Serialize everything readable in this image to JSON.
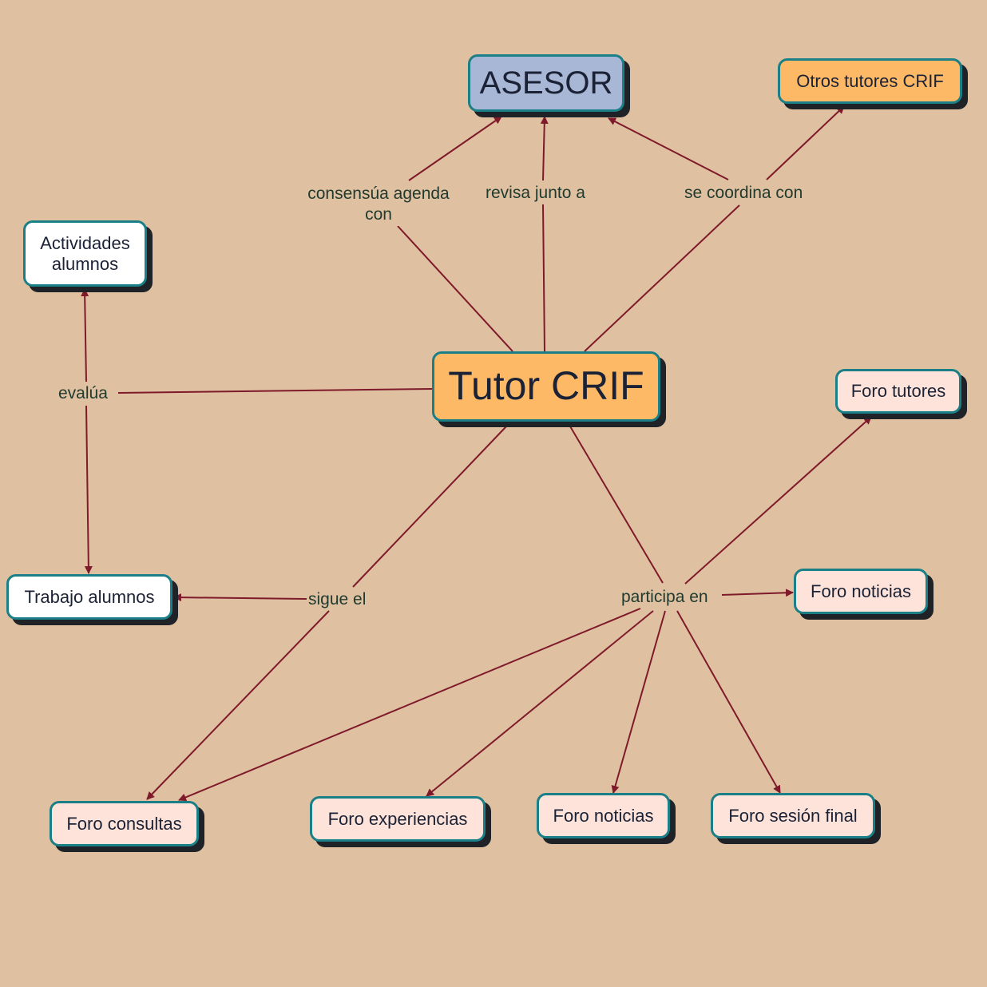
{
  "colors": {
    "background": "#dfc0a1",
    "edge": "#7e1a2a",
    "node_border": "#1a7f86",
    "node_shadow": "#1f2226",
    "text": "#1b2236",
    "link_text": "#1f3a2e"
  },
  "nodes": {
    "asesor": "ASESOR",
    "otros_tutores": "Otros tutores CRIF",
    "tutor": "Tutor CRIF",
    "actividades": "Actividades alumnos",
    "trabajo": "Trabajo alumnos",
    "foro_tutores": "Foro tutores",
    "foro_noticias_right": "Foro noticias",
    "foro_consultas": "Foro consultas",
    "foro_experiencias": "Foro experiencias",
    "foro_noticias_bottom": "Foro noticias",
    "foro_sesion_final": "Foro sesión final"
  },
  "links": {
    "consensua": "consensúa agenda con",
    "revisa": "revisa junto a",
    "coordina": "se coordina con",
    "evalua": "evalúa",
    "sigue": "sigue el",
    "participa": "participa en"
  },
  "relations": [
    {
      "from": "tutor",
      "via": "consensua",
      "to": "asesor"
    },
    {
      "from": "tutor",
      "via": "revisa",
      "to": "asesor"
    },
    {
      "from": "tutor",
      "via": "coordina",
      "to": "asesor"
    },
    {
      "from": "tutor",
      "via": "coordina",
      "to": "otros_tutores"
    },
    {
      "from": "tutor",
      "via": "evalua",
      "to": "actividades"
    },
    {
      "from": "tutor",
      "via": "evalua",
      "to": "trabajo"
    },
    {
      "from": "tutor",
      "via": "sigue",
      "to": "trabajo"
    },
    {
      "from": "tutor",
      "via": "sigue",
      "to": "foro_consultas"
    },
    {
      "from": "tutor",
      "via": "participa",
      "to": "foro_tutores"
    },
    {
      "from": "tutor",
      "via": "participa",
      "to": "foro_noticias_right"
    },
    {
      "from": "tutor",
      "via": "participa",
      "to": "foro_consultas"
    },
    {
      "from": "tutor",
      "via": "participa",
      "to": "foro_experiencias"
    },
    {
      "from": "tutor",
      "via": "participa",
      "to": "foro_noticias_bottom"
    },
    {
      "from": "tutor",
      "via": "participa",
      "to": "foro_sesion_final"
    }
  ]
}
